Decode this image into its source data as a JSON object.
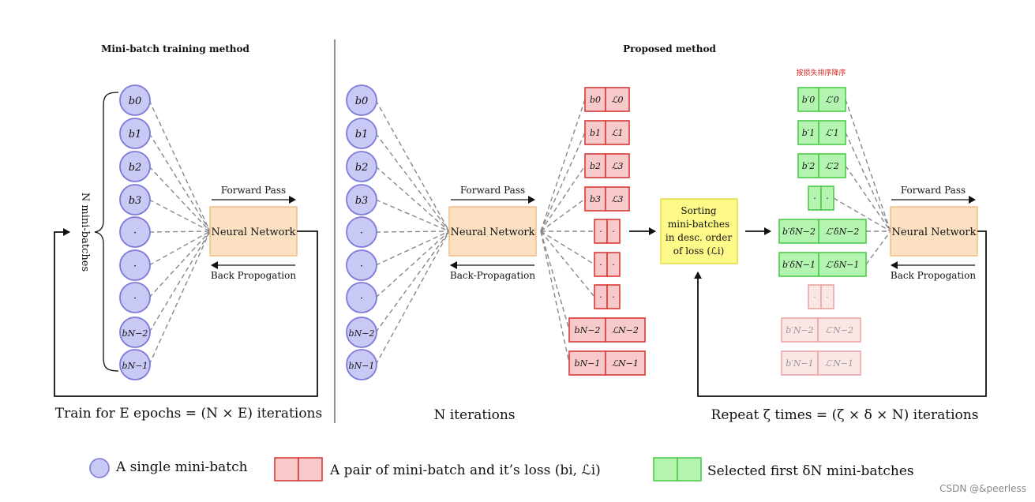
{
  "left_panel": {
    "title": "Mini-batch training method",
    "brace_label": "N mini-batches",
    "circles": [
      "b0",
      "b1",
      "b2",
      "b3",
      "·",
      "·",
      "·",
      "bN−2",
      "bN−1"
    ],
    "network_label": "Neural Network",
    "forward_label": "Forward Pass",
    "back_label": "Back Propogation",
    "caption": "Train for E epochs = (N × E) iterations"
  },
  "right_panel": {
    "title": "Proposed method",
    "red_note": "按损失排序降序",
    "circles": [
      "b0",
      "b1",
      "b2",
      "b3",
      "·",
      "·",
      "·",
      "bN−2",
      "bN−1"
    ],
    "network1_label": "Neural Network",
    "forward1_label": "Forward Pass",
    "back1_label": "Back-Propagation",
    "red_pairs": [
      {
        "b": "b0",
        "l": "ℒ0"
      },
      {
        "b": "b1",
        "l": "ℒ1"
      },
      {
        "b": "b2",
        "l": "ℒ3"
      },
      {
        "b": "b3",
        "l": "ℒ3"
      },
      {
        "b": "·",
        "l": "·"
      },
      {
        "b": "·",
        "l": "·"
      },
      {
        "b": "·",
        "l": "·"
      },
      {
        "b": "bN−2",
        "l": "ℒN−2"
      },
      {
        "b": "bN−1",
        "l": "ℒN−1"
      }
    ],
    "sort_box": [
      "Sorting",
      "mini-batches",
      "in desc. order",
      "of loss (ℒi)"
    ],
    "green_pairs": [
      {
        "b": "b′0",
        "l": "ℒ′0"
      },
      {
        "b": "b′1",
        "l": "ℒ′1"
      },
      {
        "b": "b′2",
        "l": "ℒ′2"
      },
      {
        "b": "·",
        "l": "·"
      },
      {
        "b": "b′δN−2",
        "l": "ℒ′δN−2"
      },
      {
        "b": "b′δN−1",
        "l": "ℒ′δN−1"
      }
    ],
    "faded_pairs": [
      {
        "b": "·",
        "l": "·"
      },
      {
        "b": "b′N−2",
        "l": "ℒ′N−2"
      },
      {
        "b": "b′N−1",
        "l": "ℒ′N−1"
      }
    ],
    "network2_label": "Neural Network",
    "forward2_label": "Forward Pass",
    "back2_label": "Back Propogation",
    "caption_mid": "N iterations",
    "caption_right": "Repeat ζ times = (ζ × δ × N) iterations"
  },
  "legend": {
    "circle_label": "A single mini-batch",
    "red_label": "A pair of mini-batch and it’s loss (bi, ℒi)",
    "green_label": "Selected first δN mini-batches"
  },
  "watermark": "CSDN @&peerless",
  "colors": {
    "circle_fill": "#c9c9f5",
    "circle_stroke": "#7d7ad9",
    "network_fill": "#fce0c2",
    "network_stroke": "#f0b47a",
    "red_fill": "#f8c9c9",
    "red_stroke": "#d83a3a",
    "green_fill": "#b3f5b0",
    "green_stroke": "#4ec94a",
    "sort_fill": "#fefa8a",
    "sort_stroke": "#e3d53a",
    "note_red": "#d9261c"
  }
}
